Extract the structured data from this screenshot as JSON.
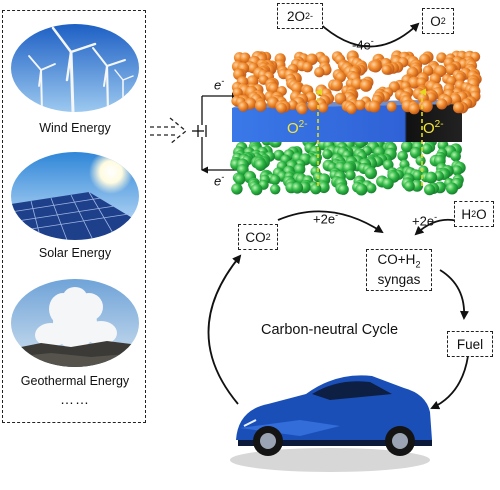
{
  "sources": {
    "items": [
      {
        "label": "Wind Energy",
        "icon": "wind-turbine-icon"
      },
      {
        "label": "Solar Energy",
        "icon": "solar-panel-icon"
      },
      {
        "label": "Geothermal Energy",
        "icon": "geyser-icon"
      }
    ],
    "more": "……"
  },
  "cell": {
    "ion_left": "O",
    "ion_right": "O",
    "ion_charge": "2-",
    "electron": "e",
    "electron_charge": "-"
  },
  "top": {
    "reactant_prefix": "2O",
    "reactant_charge": "2-",
    "product": "O",
    "product_sub": "2",
    "transfer": "-4e",
    "transfer_sup": "-"
  },
  "cycle": {
    "title": "Carbon-neutral Cycle",
    "co2": {
      "text": "CO",
      "sub": "2"
    },
    "h2o": {
      "text_a": "H",
      "sub": "2",
      "text_b": "O"
    },
    "syngas": {
      "line1_a": "CO+H",
      "line1_sub": "2",
      "line2": "syngas"
    },
    "fuel": "Fuel",
    "plus_left": "+2e",
    "plus_right": "+2e",
    "plus_sup": "-"
  },
  "colors": {
    "anode": "#f08a2a",
    "cathode": "#2fb845",
    "electrolyte": "#2f62d6",
    "ion_text": "#f5e63a",
    "arrow_dash": "#e4d820"
  }
}
